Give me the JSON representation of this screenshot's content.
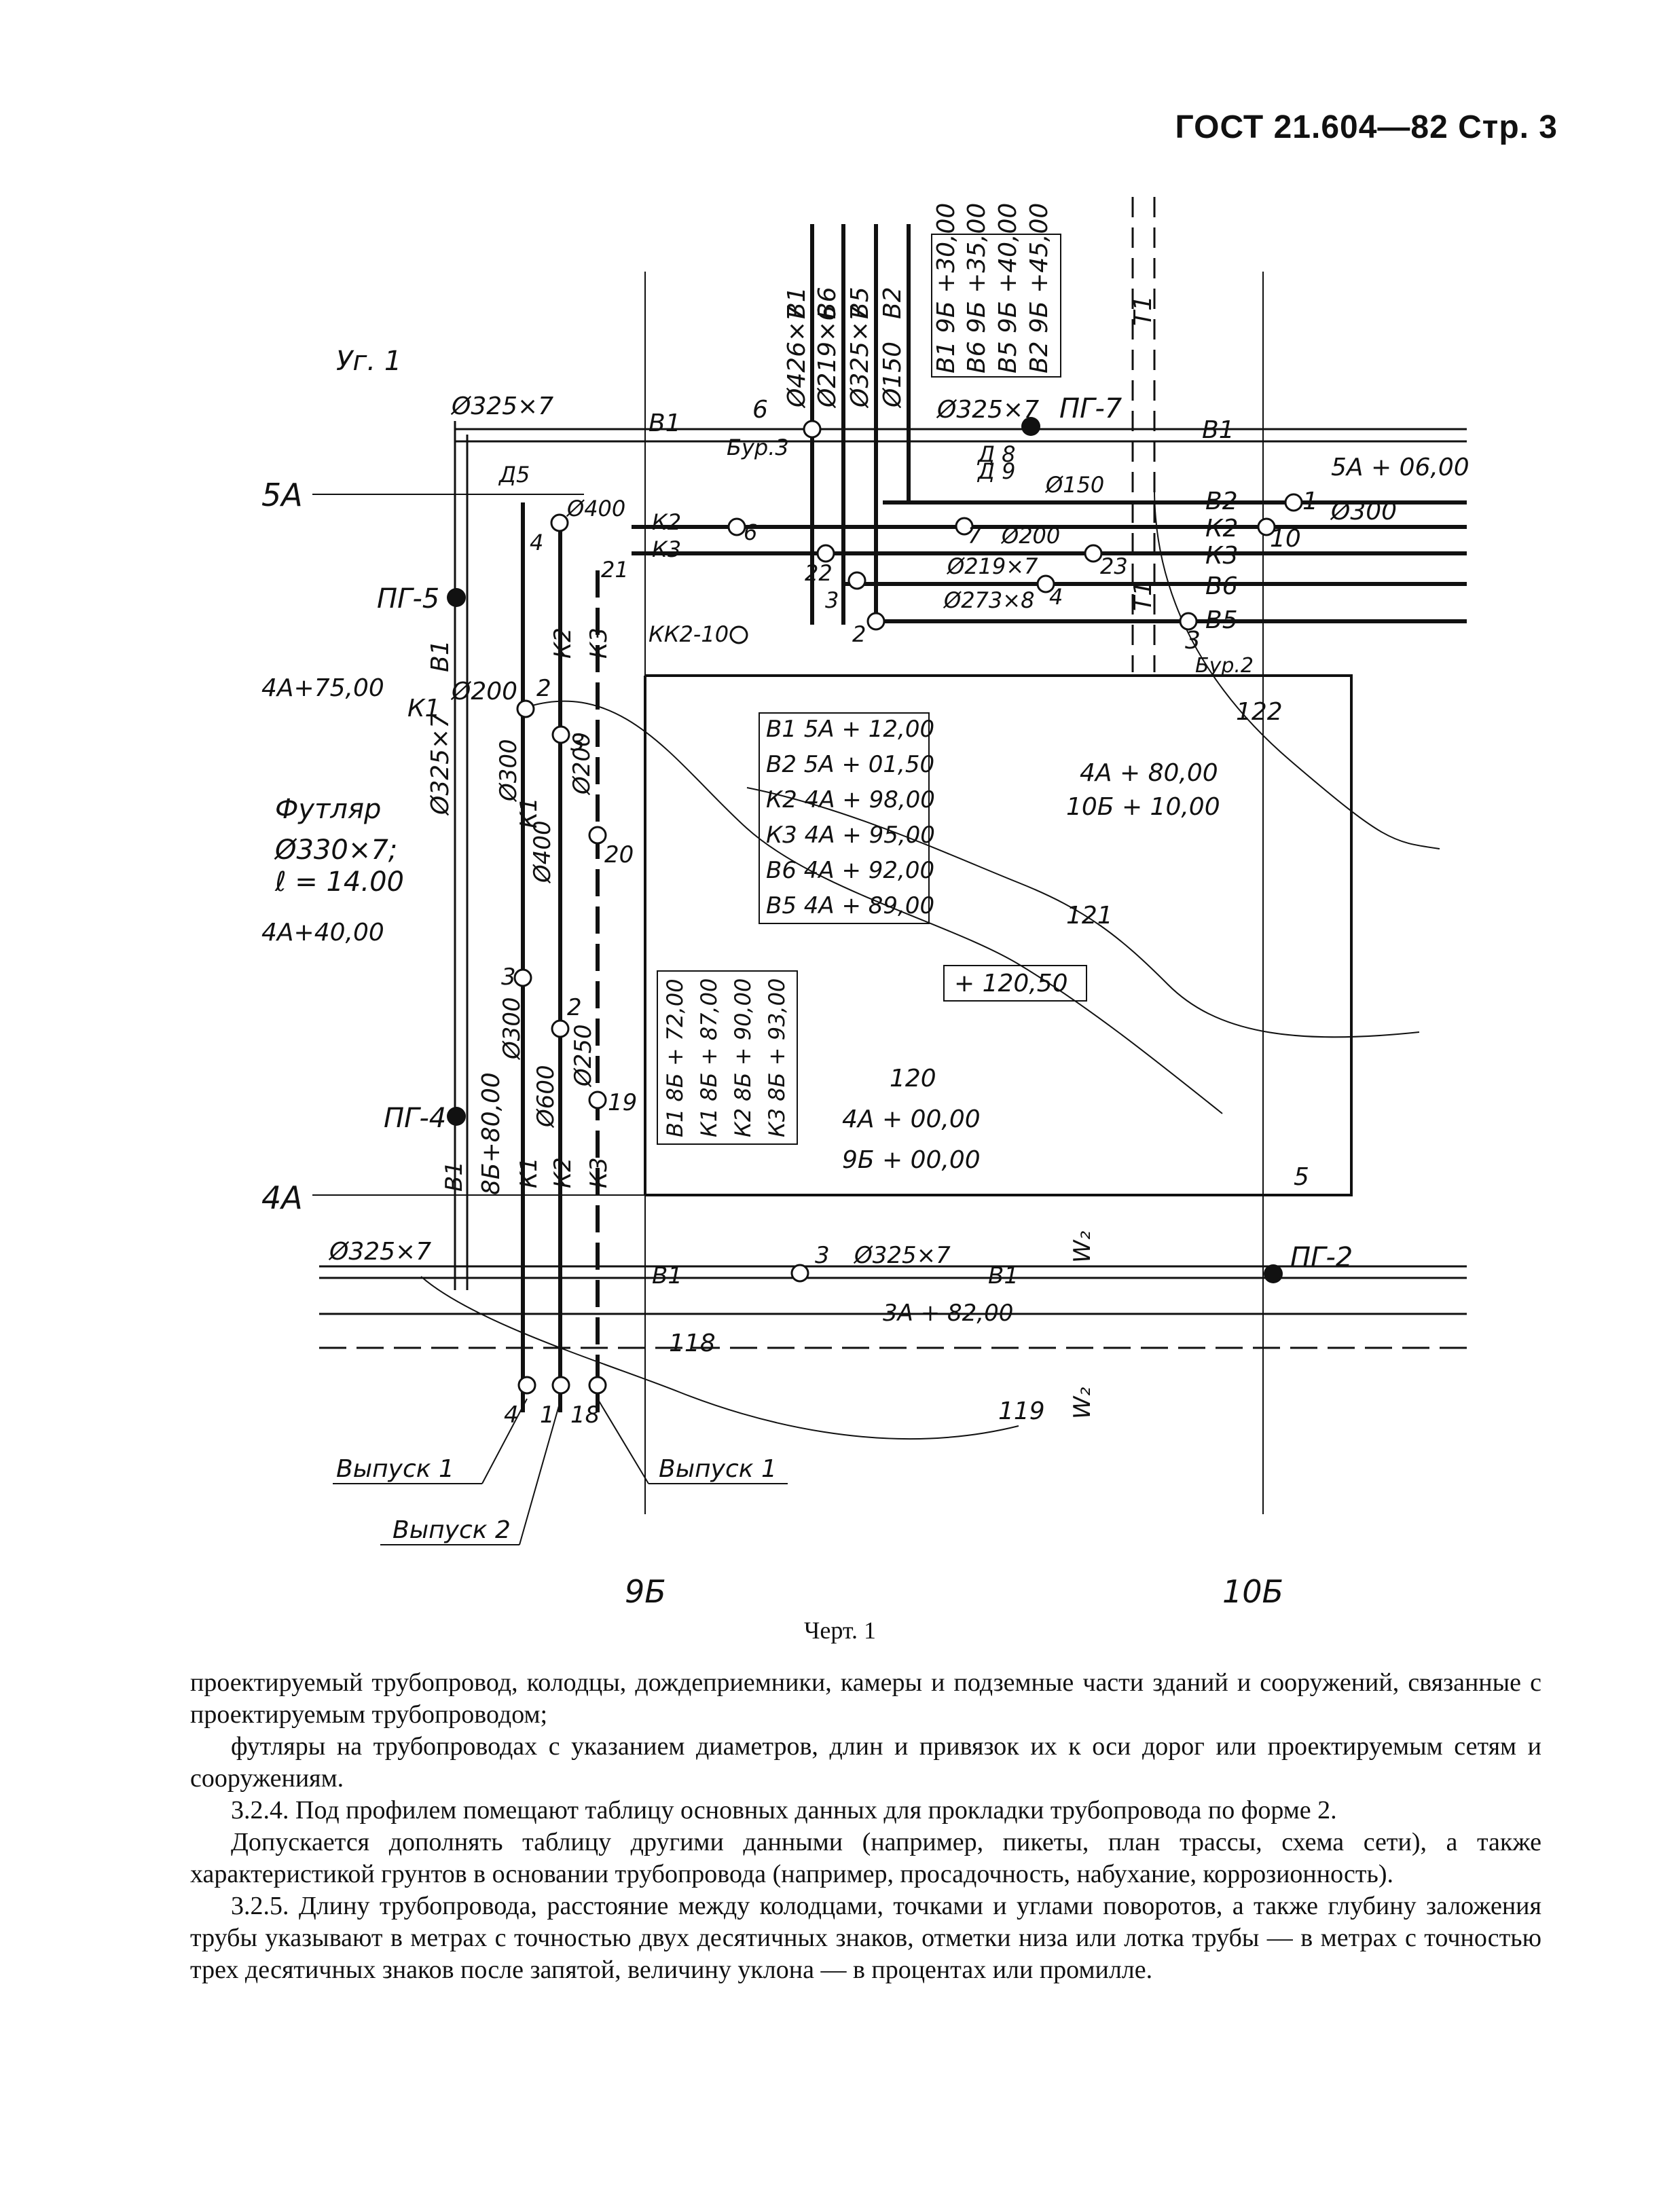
{
  "header": {
    "standard": "ГОСТ 21.604—82",
    "page": "Стр. 3"
  },
  "drawing": {
    "grid_axes": [
      "5А",
      "4А",
      "9Б",
      "10Б"
    ],
    "top_labels": {
      "pipes": [
        "В1",
        "В6",
        "В5",
        "В2",
        "Т1"
      ],
      "diameters": [
        "Ø426×7",
        "Ø219×6",
        "Ø325×7",
        "Ø150"
      ],
      "tie_ins": [
        "В1 9Б +30,00",
        "В6 9Б +35,00",
        "В5 9Б +40,00",
        "В2 9Б +45,00"
      ]
    },
    "left_labels": {
      "corner": "Уг. 1",
      "d325_top": "Ø325×7",
      "pg5": "ПГ-5",
      "pg4": "ПГ-4",
      "k1_mark": "4А+75,00",
      "k1": "К1",
      "d200": "Ø200",
      "b1_left": "В1",
      "d325_vert": "Ø325×7",
      "case_title": "Футляр",
      "case_d": "Ø330×7;",
      "case_l": "ℓ = 14.00",
      "case_mark": "4А+40,00",
      "d325_bottom": "Ø325×7",
      "b1_mark": "8Б+80,00"
    },
    "node_labels": {
      "d5": "Д5",
      "d400": "Ø400",
      "n4": "4",
      "k2": "К2",
      "k3": "К3",
      "n21": "21",
      "n6": "6",
      "n22": "22",
      "n3": "3",
      "n2": "2",
      "kk2": "КК2-10",
      "n7": "7",
      "d200b": "Ø200",
      "n23": "23",
      "d219": "Ø219×7",
      "d273": "Ø273×8",
      "n4b": "4",
      "bur3": "Бур.3",
      "d8": "Д 8",
      "d9": "Д 9",
      "d150": "Ø150",
      "b1_top": "В1",
      "n6top": "6",
      "d325_top2": "Ø325×7",
      "pg7": "ПГ-7"
    },
    "right_labels": {
      "b1": "В1",
      "mark5a": "5А + 06,00",
      "b2": "В2",
      "n1": "1",
      "d300": "Ø300",
      "k2": "К2",
      "n10": "10",
      "k3": "К3",
      "b6": "В6",
      "t1": "Т1",
      "b5": "В5",
      "n3": "3",
      "bur2": "Бур.2"
    },
    "inner_marks": {
      "n2": "2",
      "n3": "3",
      "d300": "Ø300",
      "k1": "К1",
      "d200": "Ø200",
      "n20": "20",
      "d400": "Ø400",
      "k2v": "К2",
      "k3v": "К3"
    },
    "table_top": [
      "В1 5А + 12,00",
      "В2 5А + 01,50",
      "К2 4А + 98,00",
      "К3 4А + 95,00",
      "В6 4А + 92,00",
      "В5 4А + 89,00"
    ],
    "table_bottom": [
      "В1 8Б + 72,00",
      "К1 8Б + 87,00",
      "К2 8Б + 90,00",
      "К3 8Б + 93,00"
    ],
    "building": {
      "corner_a": "4А + 80,00",
      "corner_b": "10Б + 10,00",
      "elevation": "+ 120,50",
      "contour_121": "121",
      "contour_122": "122",
      "contour_120": "120",
      "contour_118": "118",
      "contour_119": "119",
      "corner_c": "4А + 00,00",
      "corner_d": "9Б + 00,00",
      "n5": "5"
    },
    "lower_labels": {
      "n3a": "3",
      "d300a": "Ø300",
      "n2a": "2",
      "d600": "Ø600",
      "d250": "Ø250",
      "n19": "19",
      "k1": "К1",
      "k2": "К2",
      "k3": "К3",
      "b1": "В1",
      "b1b": "В1",
      "n3b": "3",
      "d325b": "Ø325×7",
      "pg2": "ПГ-2",
      "mark3a": "3А + 82,00",
      "w2": "W₂",
      "w2b": "W₂",
      "n4": "4",
      "n1": "1",
      "n18": "18",
      "out1a": "Выпуск 1",
      "out2": "Выпуск 2",
      "out1b": "Выпуск 1"
    }
  },
  "caption": "Черт. 1",
  "paragraphs": [
    "проектируемый трубопровод, колодцы, дождеприемники, камеры и подземные части зданий и сооружений, связанные с проектируемым трубопроводом;",
    "футляры на трубопроводах с указанием диаметров, длин и привязок их к оси дорог или проектируемым сетям и сооружениям.",
    "3.2.4. Под профилем помещают таблицу основных данных для прокладки трубопровода по форме 2.",
    "Допускается дополнять таблицу другими данными (например, пикеты, план трассы, схема сети), а также характеристикой грунтов в основании трубопровода (например, просадочность, набухание, коррозионность).",
    "3.2.5. Длину трубопровода, расстояние между колодцами, точками и углами поворотов, а также глубину заложения трубы указывают в метрах с точностью двух десятичных знаков, отметки низа или лотка трубы — в метрах с точностью трех десятичных знаков после запятой, величину уклона — в процентах или промилле."
  ]
}
